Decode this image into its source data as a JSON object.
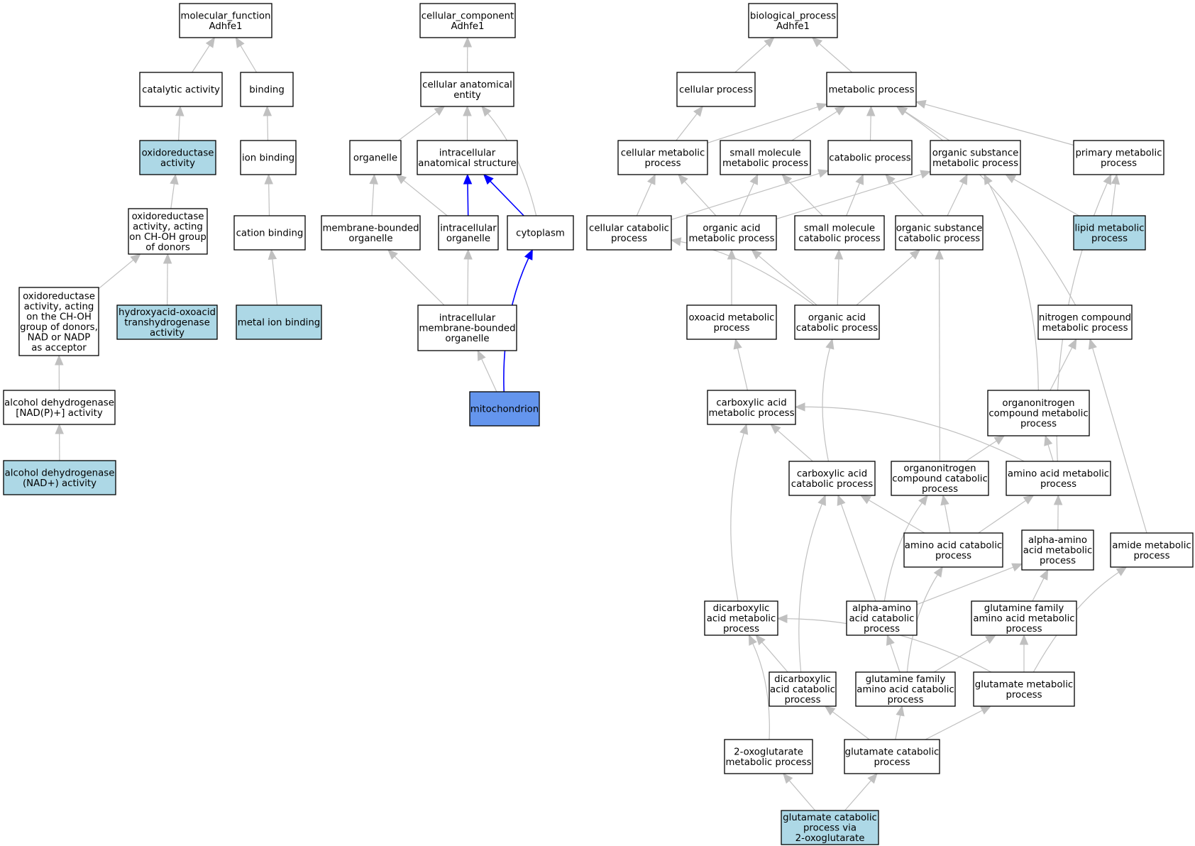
{
  "colors": {
    "default_fill": "#ffffff",
    "highlight_fill": "#add8e6",
    "focus_fill": "#6495ed",
    "edge_default": "#c0c0c0",
    "edge_highlight": "#0000ff",
    "border": "#000000"
  },
  "nodes": [
    {
      "id": "mf",
      "lines": [
        "molecular_function",
        "Adhfe1"
      ],
      "fill": "default"
    },
    {
      "id": "cat",
      "lines": [
        "catalytic activity"
      ],
      "fill": "default"
    },
    {
      "id": "bind",
      "lines": [
        "binding"
      ],
      "fill": "default"
    },
    {
      "id": "oxred",
      "lines": [
        "oxidoreductase",
        "activity"
      ],
      "fill": "highlight"
    },
    {
      "id": "ionb",
      "lines": [
        "ion binding"
      ],
      "fill": "default"
    },
    {
      "id": "oxch",
      "lines": [
        "oxidoreductase",
        "activity, acting",
        "on CH-OH group",
        "of donors"
      ],
      "fill": "default"
    },
    {
      "id": "catb",
      "lines": [
        "cation binding"
      ],
      "fill": "default"
    },
    {
      "id": "oxnad",
      "lines": [
        "oxidoreductase",
        "activity, acting",
        "on the CH-OH",
        "group of donors,",
        "NAD or NADP",
        "as acceptor"
      ],
      "fill": "default"
    },
    {
      "id": "hydroxy",
      "lines": [
        "hydroxyacid-oxoacid",
        "transhydrogenase",
        "activity"
      ],
      "fill": "highlight"
    },
    {
      "id": "metal",
      "lines": [
        "metal ion binding"
      ],
      "fill": "highlight"
    },
    {
      "id": "adhp",
      "lines": [
        "alcohol dehydrogenase",
        "[NAD(P)+] activity"
      ],
      "fill": "default"
    },
    {
      "id": "adhnad",
      "lines": [
        "alcohol dehydrogenase",
        "(NAD+) activity"
      ],
      "fill": "highlight"
    },
    {
      "id": "cc",
      "lines": [
        "cellular_component",
        "Adhfe1"
      ],
      "fill": "default"
    },
    {
      "id": "cae",
      "lines": [
        "cellular anatomical",
        "entity"
      ],
      "fill": "default"
    },
    {
      "id": "orgn",
      "lines": [
        "organelle"
      ],
      "fill": "default"
    },
    {
      "id": "ias",
      "lines": [
        "intracellular",
        "anatomical structure"
      ],
      "fill": "default"
    },
    {
      "id": "mbo",
      "lines": [
        "membrane-bounded",
        "organelle"
      ],
      "fill": "default"
    },
    {
      "id": "io",
      "lines": [
        "intracellular",
        "organelle"
      ],
      "fill": "default"
    },
    {
      "id": "cyto",
      "lines": [
        "cytoplasm"
      ],
      "fill": "default"
    },
    {
      "id": "imbo",
      "lines": [
        "intracellular",
        "membrane-bounded",
        "organelle"
      ],
      "fill": "default"
    },
    {
      "id": "mito",
      "lines": [
        "mitochondrion"
      ],
      "fill": "focus"
    },
    {
      "id": "bp",
      "lines": [
        "biological_process",
        "Adhfe1"
      ],
      "fill": "default"
    },
    {
      "id": "cellp",
      "lines": [
        "cellular process"
      ],
      "fill": "default"
    },
    {
      "id": "metp",
      "lines": [
        "metabolic process"
      ],
      "fill": "default"
    },
    {
      "id": "cmp",
      "lines": [
        "cellular metabolic",
        "process"
      ],
      "fill": "default"
    },
    {
      "id": "smmp",
      "lines": [
        "small molecule",
        "metabolic process"
      ],
      "fill": "default"
    },
    {
      "id": "catp",
      "lines": [
        "catabolic process"
      ],
      "fill": "default"
    },
    {
      "id": "osmp",
      "lines": [
        "organic substance",
        "metabolic process"
      ],
      "fill": "default"
    },
    {
      "id": "pmp",
      "lines": [
        "primary metabolic",
        "process"
      ],
      "fill": "default"
    },
    {
      "id": "ccp",
      "lines": [
        "cellular catabolic",
        "process"
      ],
      "fill": "default"
    },
    {
      "id": "oamp",
      "lines": [
        "organic acid",
        "metabolic process"
      ],
      "fill": "default"
    },
    {
      "id": "smcp",
      "lines": [
        "small molecule",
        "catabolic process"
      ],
      "fill": "default"
    },
    {
      "id": "oscp",
      "lines": [
        "organic substance",
        "catabolic process"
      ],
      "fill": "default"
    },
    {
      "id": "lmp",
      "lines": [
        "lipid metabolic",
        "process"
      ],
      "fill": "highlight"
    },
    {
      "id": "oxmp",
      "lines": [
        "oxoacid metabolic",
        "process"
      ],
      "fill": "default"
    },
    {
      "id": "oacp",
      "lines": [
        "organic acid",
        "catabolic process"
      ],
      "fill": "default"
    },
    {
      "id": "ncmp",
      "lines": [
        "nitrogen compound",
        "metabolic process"
      ],
      "fill": "default"
    },
    {
      "id": "camp",
      "lines": [
        "carboxylic acid",
        "metabolic process"
      ],
      "fill": "default"
    },
    {
      "id": "oncmp",
      "lines": [
        "organonitrogen",
        "compound metabolic",
        "process"
      ],
      "fill": "default"
    },
    {
      "id": "cacp",
      "lines": [
        "carboxylic acid",
        "catabolic process"
      ],
      "fill": "default"
    },
    {
      "id": "onccp",
      "lines": [
        "organonitrogen",
        "compound catabolic",
        "process"
      ],
      "fill": "default"
    },
    {
      "id": "aamp",
      "lines": [
        "amino acid metabolic",
        "process"
      ],
      "fill": "default"
    },
    {
      "id": "aacp",
      "lines": [
        "amino acid catabolic",
        "process"
      ],
      "fill": "default"
    },
    {
      "id": "alphamp",
      "lines": [
        "alpha-amino",
        "acid metabolic",
        "process"
      ],
      "fill": "default"
    },
    {
      "id": "amidemp",
      "lines": [
        "amide metabolic",
        "process"
      ],
      "fill": "default"
    },
    {
      "id": "dcamp",
      "lines": [
        "dicarboxylic",
        "acid metabolic",
        "process"
      ],
      "fill": "default"
    },
    {
      "id": "alphacp",
      "lines": [
        "alpha-amino",
        "acid catabolic",
        "process"
      ],
      "fill": "default"
    },
    {
      "id": "gfamp",
      "lines": [
        "glutamine family",
        "amino acid metabolic",
        "process"
      ],
      "fill": "default"
    },
    {
      "id": "dcacp",
      "lines": [
        "dicarboxylic",
        "acid catabolic",
        "process"
      ],
      "fill": "default"
    },
    {
      "id": "gfacp",
      "lines": [
        "glutamine family",
        "amino acid catabolic",
        "process"
      ],
      "fill": "default"
    },
    {
      "id": "glump",
      "lines": [
        "glutamate metabolic",
        "process"
      ],
      "fill": "default"
    },
    {
      "id": "oxoglu",
      "lines": [
        "2-oxoglutarate",
        "metabolic process"
      ],
      "fill": "default"
    },
    {
      "id": "glucp",
      "lines": [
        "glutamate catabolic",
        "process"
      ],
      "fill": "default"
    },
    {
      "id": "gluvia",
      "lines": [
        "glutamate catabolic",
        "process via",
        "2-oxoglutarate"
      ],
      "fill": "highlight"
    }
  ],
  "edges": [
    {
      "from": "cat",
      "to": "mf"
    },
    {
      "from": "bind",
      "to": "mf"
    },
    {
      "from": "oxred",
      "to": "cat"
    },
    {
      "from": "ionb",
      "to": "bind"
    },
    {
      "from": "oxch",
      "to": "oxred"
    },
    {
      "from": "catb",
      "to": "ionb"
    },
    {
      "from": "oxnad",
      "to": "oxch"
    },
    {
      "from": "hydroxy",
      "to": "oxch"
    },
    {
      "from": "metal",
      "to": "catb"
    },
    {
      "from": "adhp",
      "to": "oxnad"
    },
    {
      "from": "adhnad",
      "to": "adhp"
    },
    {
      "from": "cae",
      "to": "cc"
    },
    {
      "from": "orgn",
      "to": "cae"
    },
    {
      "from": "ias",
      "to": "cae"
    },
    {
      "from": "cyto",
      "to": "cae",
      "curved": true
    },
    {
      "from": "mbo",
      "to": "orgn"
    },
    {
      "from": "io",
      "to": "orgn"
    },
    {
      "from": "io",
      "to": "ias",
      "highlight": true
    },
    {
      "from": "cyto",
      "to": "ias",
      "highlight": true
    },
    {
      "from": "imbo",
      "to": "mbo"
    },
    {
      "from": "imbo",
      "to": "io"
    },
    {
      "from": "mito",
      "to": "imbo"
    },
    {
      "from": "mito",
      "to": "cyto",
      "highlight": true,
      "curved": true
    },
    {
      "from": "cellp",
      "to": "bp"
    },
    {
      "from": "metp",
      "to": "bp"
    },
    {
      "from": "cmp",
      "to": "cellp"
    },
    {
      "from": "cmp",
      "to": "metp"
    },
    {
      "from": "smmp",
      "to": "metp"
    },
    {
      "from": "catp",
      "to": "metp"
    },
    {
      "from": "osmp",
      "to": "metp"
    },
    {
      "from": "pmp",
      "to": "metp"
    },
    {
      "from": "ncmp",
      "to": "metp",
      "curved": true
    },
    {
      "from": "ccp",
      "to": "cmp"
    },
    {
      "from": "ccp",
      "to": "catp"
    },
    {
      "from": "oamp",
      "to": "cmp"
    },
    {
      "from": "oamp",
      "to": "smmp"
    },
    {
      "from": "oamp",
      "to": "osmp"
    },
    {
      "from": "smcp",
      "to": "smmp"
    },
    {
      "from": "smcp",
      "to": "catp"
    },
    {
      "from": "oscp",
      "to": "catp"
    },
    {
      "from": "oscp",
      "to": "osmp"
    },
    {
      "from": "lmp",
      "to": "osmp"
    },
    {
      "from": "lmp",
      "to": "pmp"
    },
    {
      "from": "oxmp",
      "to": "oamp"
    },
    {
      "from": "oacp",
      "to": "ccp",
      "curved": true
    },
    {
      "from": "oacp",
      "to": "oamp"
    },
    {
      "from": "oacp",
      "to": "smcp"
    },
    {
      "from": "oacp",
      "to": "oscp"
    },
    {
      "from": "oncmp",
      "to": "osmp",
      "curved": true
    },
    {
      "from": "oncmp",
      "to": "ncmp"
    },
    {
      "from": "camp",
      "to": "oxmp"
    },
    {
      "from": "cacp",
      "to": "camp"
    },
    {
      "from": "cacp",
      "to": "oacp",
      "curved": true
    },
    {
      "from": "onccp",
      "to": "oscp"
    },
    {
      "from": "onccp",
      "to": "oncmp"
    },
    {
      "from": "aamp",
      "to": "camp",
      "curved": true
    },
    {
      "from": "aamp",
      "to": "oncmp"
    },
    {
      "from": "aamp",
      "to": "pmp",
      "curved": true
    },
    {
      "from": "aacp",
      "to": "cacp"
    },
    {
      "from": "aacp",
      "to": "onccp"
    },
    {
      "from": "aacp",
      "to": "aamp"
    },
    {
      "from": "alphamp",
      "to": "aamp"
    },
    {
      "from": "amidemp",
      "to": "ncmp"
    },
    {
      "from": "dcamp",
      "to": "camp",
      "curved": true
    },
    {
      "from": "alphacp",
      "to": "cacp"
    },
    {
      "from": "alphacp",
      "to": "onccp",
      "curved": true
    },
    {
      "from": "alphacp",
      "to": "alphamp"
    },
    {
      "from": "gfamp",
      "to": "alphamp"
    },
    {
      "from": "dcacp",
      "to": "dcamp"
    },
    {
      "from": "dcacp",
      "to": "cacp",
      "curved": true
    },
    {
      "from": "gfacp",
      "to": "alphacp"
    },
    {
      "from": "gfacp",
      "to": "gfamp"
    },
    {
      "from": "gfacp",
      "to": "aacp",
      "curved": true
    },
    {
      "from": "glump",
      "to": "dcamp",
      "curved": true
    },
    {
      "from": "glump",
      "to": "gfamp"
    },
    {
      "from": "glump",
      "to": "amidemp",
      "curved": true
    },
    {
      "from": "oxoglu",
      "to": "dcamp",
      "curved": true
    },
    {
      "from": "glucp",
      "to": "dcacp"
    },
    {
      "from": "glucp",
      "to": "gfacp"
    },
    {
      "from": "glucp",
      "to": "glump"
    },
    {
      "from": "gluvia",
      "to": "oxoglu"
    },
    {
      "from": "gluvia",
      "to": "glucp"
    }
  ]
}
